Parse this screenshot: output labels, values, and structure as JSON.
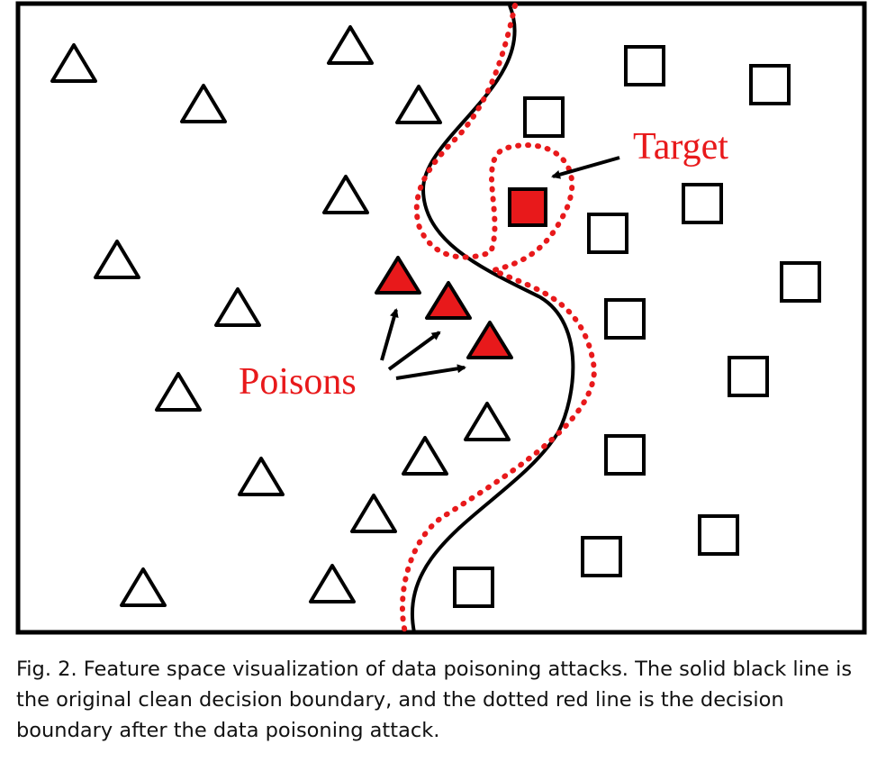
{
  "figure": {
    "target_label": "Target",
    "poisons_label": "Poisons",
    "legend": {
      "clean_boundary": "solid black line",
      "poisoned_boundary": "dotted red line"
    },
    "colors": {
      "poison_fill": "#e8191b",
      "target_fill": "#e8191b",
      "boundary_clean": "#000000",
      "boundary_poisoned": "#e8191b"
    },
    "classes": {
      "left_class_shape": "triangle",
      "right_class_shape": "square"
    }
  },
  "caption": "Fig. 2. Feature space visualization of data poisoning attacks. The solid black line is the original clean decision boundary, and the dotted red line is the decision boundary after the data poisoning attack."
}
